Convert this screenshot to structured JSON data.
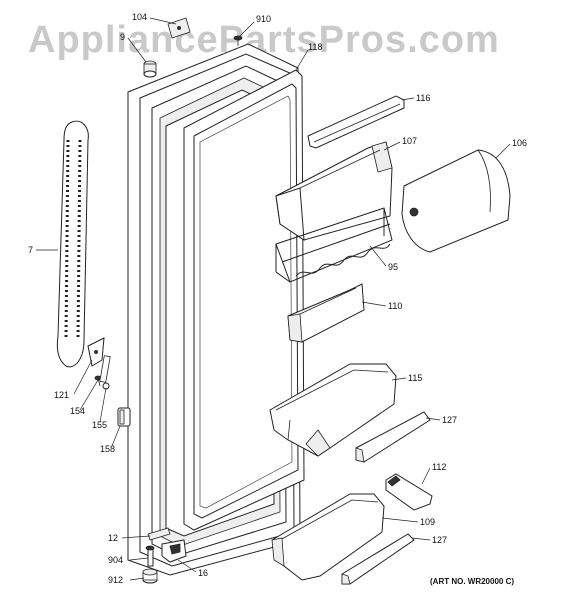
{
  "watermark": "AppliancePartsPros.com",
  "art_number": "(ART NO. WR20000 C)",
  "callouts": {
    "c104": "104",
    "c910": "910",
    "c9": "9",
    "c118": "118",
    "c116": "116",
    "c107": "107",
    "c106": "106",
    "c7": "7",
    "c95": "95",
    "c110": "110",
    "c115": "115",
    "c127a": "127",
    "c121": "121",
    "c154": "154",
    "c155": "155",
    "c158": "158",
    "c112": "112",
    "c109": "109",
    "c127b": "127",
    "c12": "12",
    "c904": "904",
    "c16": "16",
    "c912": "912"
  }
}
